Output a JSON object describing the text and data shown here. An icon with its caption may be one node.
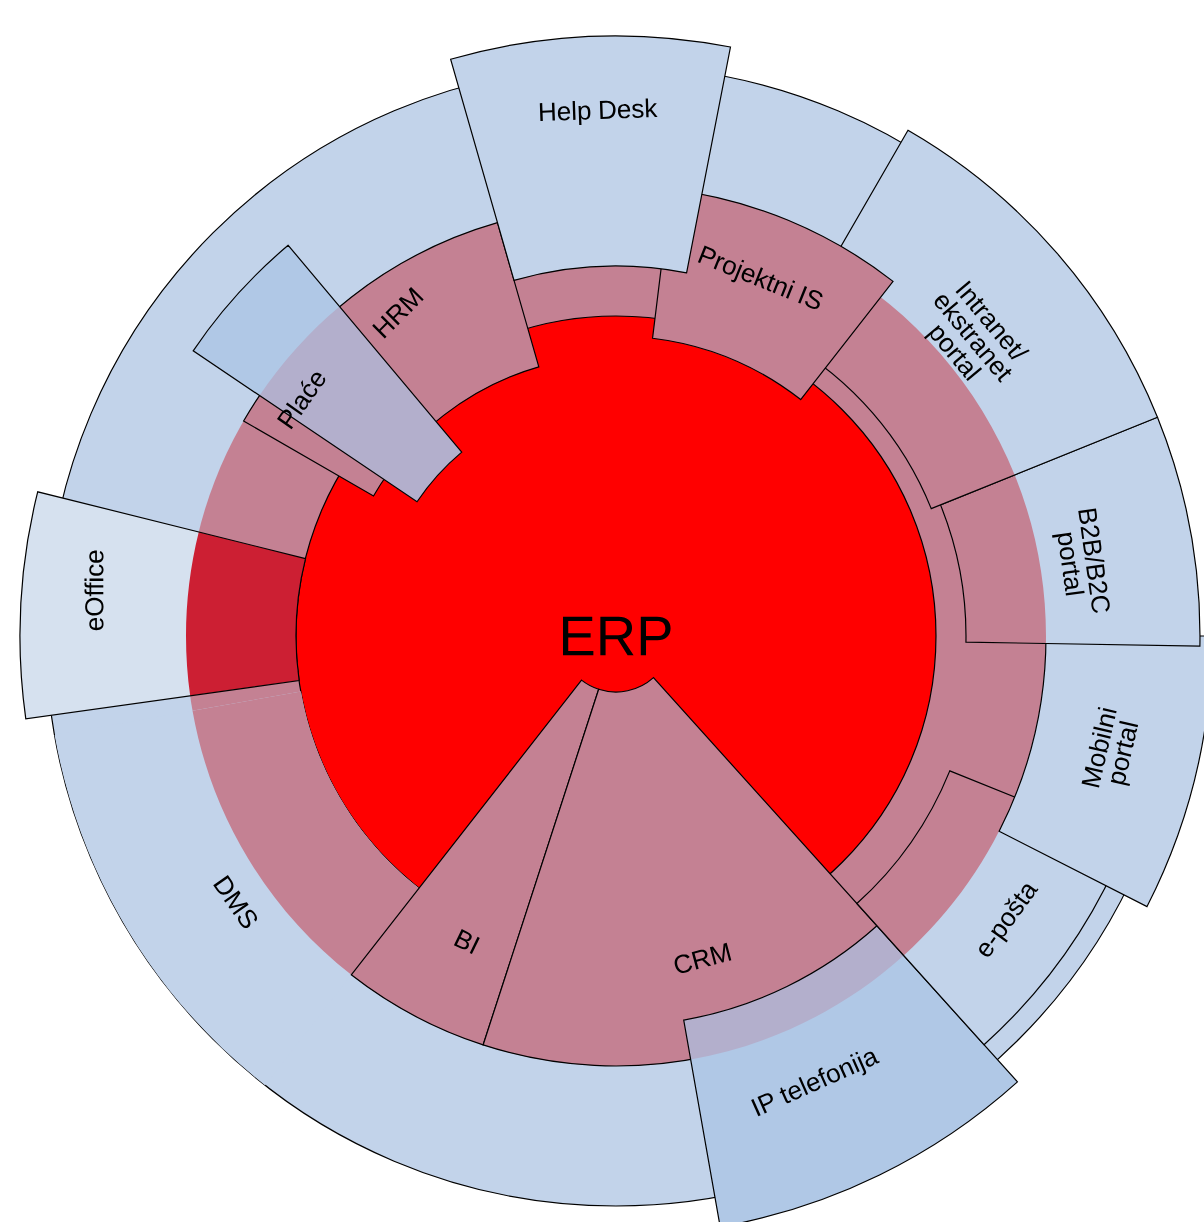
{
  "diagram": {
    "nodes": [
      {
        "text": [
          "ERP"
        ]
      },
      {
        "text": [
          "Help Desk"
        ]
      },
      {
        "text": [
          "Projektni IS"
        ]
      },
      {
        "text": [
          "Intranet/ ekstranet portal"
        ]
      },
      {
        "text": [
          "B2B/B2C portal"
        ]
      },
      {
        "text": [
          "Mobilni portal"
        ]
      },
      {
        "text": [
          "e-pošta"
        ]
      },
      {
        "text": [
          "IP telefonija"
        ]
      },
      {
        "text": [
          "CRM"
        ]
      },
      {
        "text": [
          "BI"
        ]
      },
      {
        "text": [
          "DMS"
        ]
      },
      {
        "text": [
          "eOffice"
        ]
      },
      {
        "text": [
          "Plaće"
        ]
      },
      {
        "text": [
          "HRM"
        ]
      }
    ]
  }
}
